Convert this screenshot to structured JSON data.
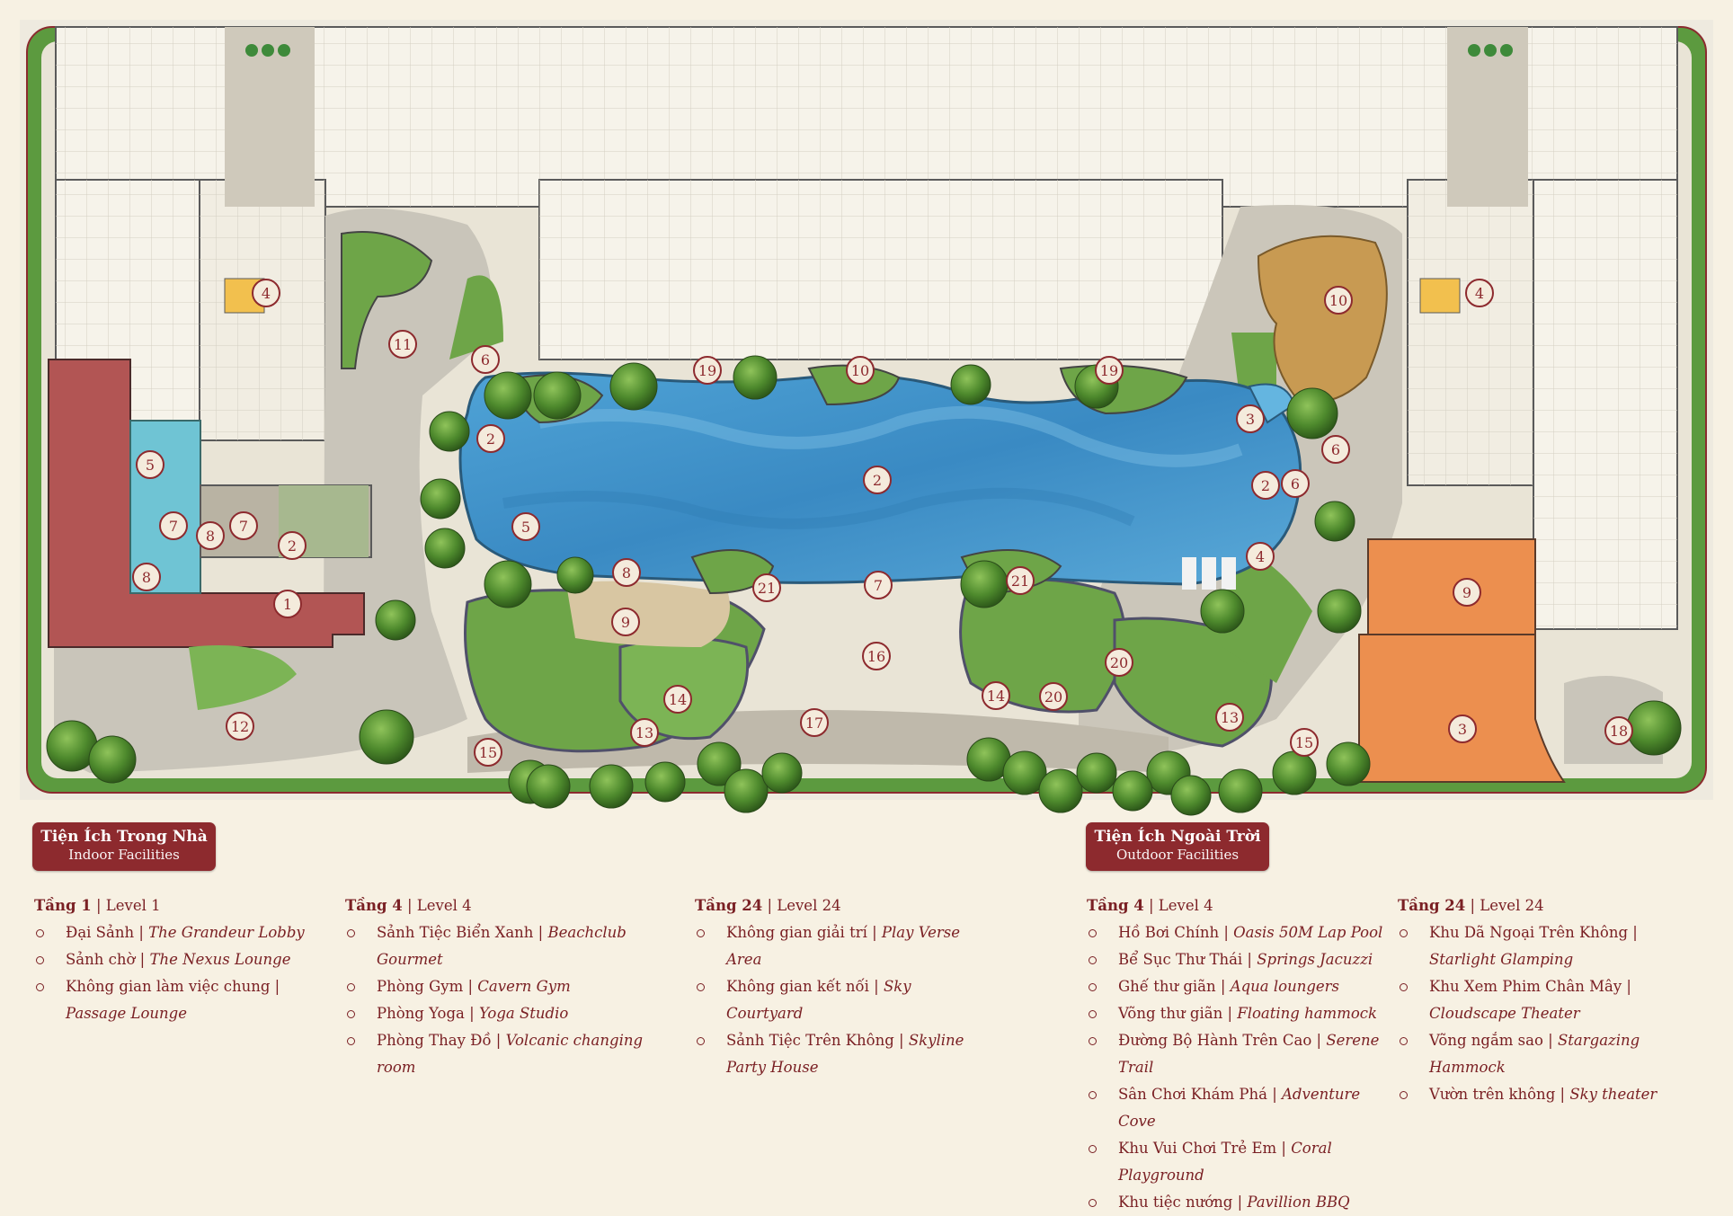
{
  "colors": {
    "accent": "#8d2a2e",
    "text": "#7a2024",
    "pool": "#3e8fc4",
    "lawn": "#5e9a43",
    "indoor": "#b25554",
    "glamping": "#ec8f4f"
  },
  "markers": [
    {
      "n": "4"
    },
    {
      "n": "11"
    },
    {
      "n": "6"
    },
    {
      "n": "6"
    },
    {
      "n": "5"
    },
    {
      "n": "7"
    },
    {
      "n": "8"
    },
    {
      "n": "7"
    },
    {
      "n": "2"
    },
    {
      "n": "8"
    },
    {
      "n": "1"
    },
    {
      "n": "12"
    },
    {
      "n": "19"
    },
    {
      "n": "10"
    },
    {
      "n": "19"
    },
    {
      "n": "2"
    },
    {
      "n": "2"
    },
    {
      "n": "5"
    },
    {
      "n": "8"
    },
    {
      "n": "9"
    },
    {
      "n": "21"
    },
    {
      "n": "7"
    },
    {
      "n": "16"
    },
    {
      "n": "21"
    },
    {
      "n": "14"
    },
    {
      "n": "20"
    },
    {
      "n": "13"
    },
    {
      "n": "14"
    },
    {
      "n": "20"
    },
    {
      "n": "13"
    },
    {
      "n": "17"
    },
    {
      "n": "15"
    },
    {
      "n": "15"
    },
    {
      "n": "10"
    },
    {
      "n": "4"
    },
    {
      "n": "3"
    },
    {
      "n": "6"
    },
    {
      "n": "2"
    },
    {
      "n": "4"
    },
    {
      "n": "9"
    },
    {
      "n": "3"
    },
    {
      "n": "18"
    }
  ],
  "indoor_header": {
    "vn": "Tiện Ích Trong Nhà",
    "en": "Indoor Facilities"
  },
  "outdoor_header": {
    "vn": "Tiện Ích Ngoài Trời",
    "en": "Outdoor Facilities"
  },
  "indoor_levels": [
    {
      "tang": "Tầng 1",
      "level": "Level 1",
      "items": [
        {
          "vn": "Đại Sảnh",
          "en": "The Grandeur Lobby"
        },
        {
          "vn": "Sảnh chờ",
          "en": "The Nexus Lounge"
        },
        {
          "vn": "Không gian làm việc chung",
          "en": "Passage Lounge"
        }
      ]
    },
    {
      "tang": "Tầng 4",
      "level": "Level 4",
      "items": [
        {
          "vn": "Sảnh Tiệc Biển Xanh",
          "en": "Beachclub Gourmet"
        },
        {
          "vn": "Phòng Gym",
          "en": "Cavern Gym"
        },
        {
          "vn": "Phòng Yoga",
          "en": "Yoga Studio"
        },
        {
          "vn": "Phòng Thay Đồ",
          "en": "Volcanic changing room"
        }
      ]
    },
    {
      "tang": "Tầng 24",
      "level": "Level 24",
      "items": [
        {
          "vn": "Không gian giải trí",
          "en": "Play Verse Area"
        },
        {
          "vn": "Không gian kết nối",
          "en": "Sky Courtyard"
        },
        {
          "vn": "Sảnh Tiệc Trên Không",
          "en": "Skyline Party House"
        }
      ]
    }
  ],
  "outdoor_levels": [
    {
      "tang": "Tầng 4",
      "level": "Level 4",
      "items": [
        {
          "vn": "Hồ Bơi Chính",
          "en": "Oasis 50M Lap Pool"
        },
        {
          "vn": "Bể Sục Thư Thái",
          "en": "Springs Jacuzzi"
        },
        {
          "vn": "Ghế thư giãn",
          "en": "Aqua loungers"
        },
        {
          "vn": "Võng thư giãn",
          "en": "Floating hammock"
        },
        {
          "vn": "Đường Bộ Hành Trên Cao",
          "en": "Serene Trail"
        },
        {
          "vn": "Sân Chơi Khám Phá",
          "en": "Adventure Cove"
        },
        {
          "vn": "Khu Vui Chơi Trẻ Em",
          "en": "Coral Playground"
        },
        {
          "vn": "Khu tiệc nướng",
          "en": "Pavillion BBQ"
        }
      ]
    },
    {
      "tang": "Tầng 24",
      "level": "Level 24",
      "items": [
        {
          "vn": "Khu Dã Ngoại Trên Không",
          "en": "Starlight Glamping"
        },
        {
          "vn": "Khu Xem Phim Chân Mây",
          "en": "Cloudscape Theater"
        },
        {
          "vn": "Võng ngắm sao",
          "en": "Stargazing Hammock"
        },
        {
          "vn": "Vườn trên không",
          "en": "Sky theater"
        }
      ]
    }
  ]
}
